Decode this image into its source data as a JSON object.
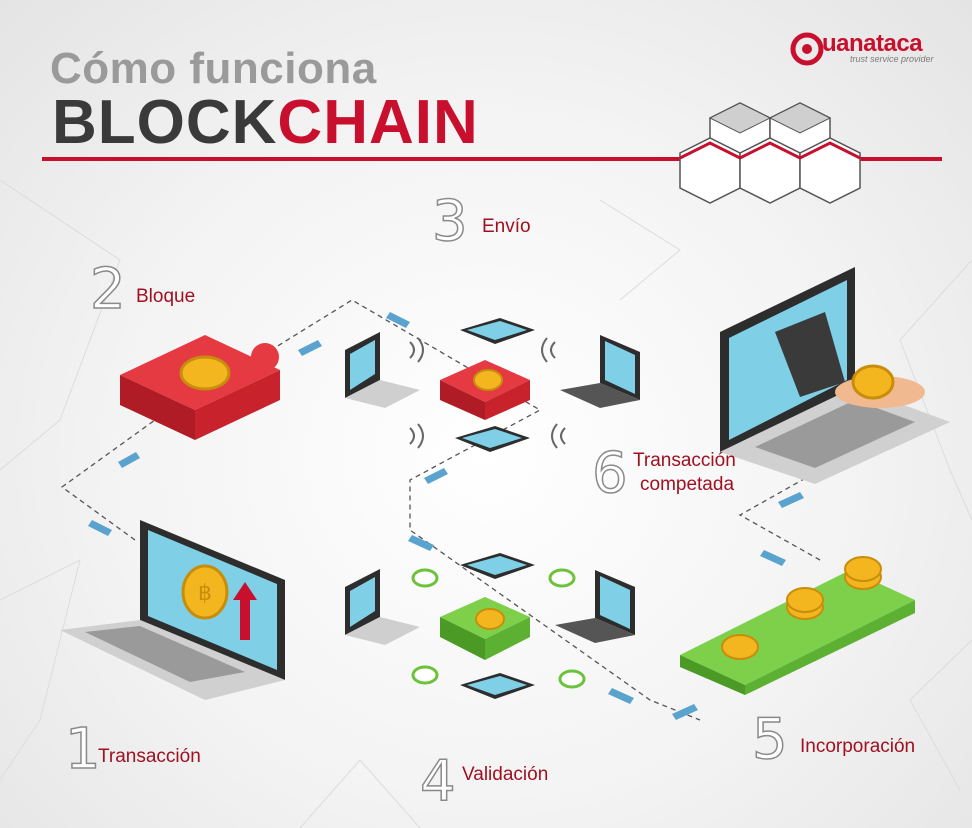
{
  "header": {
    "title_line1": "Cómo funciona",
    "title_line2_a": "BLOCK",
    "title_line2_b": "CHAIN"
  },
  "logo": {
    "name": "uanataca",
    "tagline": "trust service provider"
  },
  "steps": [
    {
      "number": "1",
      "label": "Transacción"
    },
    {
      "number": "2",
      "label": "Bloque"
    },
    {
      "number": "3",
      "label": "Envío"
    },
    {
      "number": "4",
      "label": "Validación"
    },
    {
      "number": "5",
      "label": "Incorporación"
    },
    {
      "number": "6",
      "label_line1": "Transacción",
      "label_line2": "competada"
    }
  ],
  "colors": {
    "brand_red": "#c8102e",
    "dark_gray": "#3a3a3a",
    "light_gray": "#9a9a9a",
    "screen_blue": "#7fd0e6",
    "puzzle_red": "#d3232f",
    "puzzle_green": "#6cc23a",
    "coin_gold": "#f3b61f",
    "arrow_blue": "#5aa3cf"
  }
}
